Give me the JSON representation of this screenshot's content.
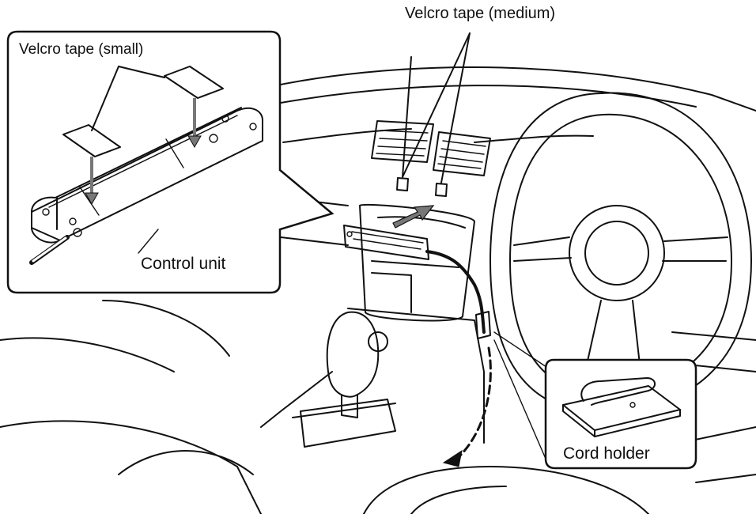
{
  "labels": {
    "velcro_small": "Velcro tape (small)",
    "velcro_medium": "Velcro tape (medium)",
    "control_unit": "Control unit",
    "cord_holder": "Cord holder"
  },
  "colors": {
    "line": "#111111",
    "arrow_fill": "#777777",
    "background": "#ffffff"
  }
}
